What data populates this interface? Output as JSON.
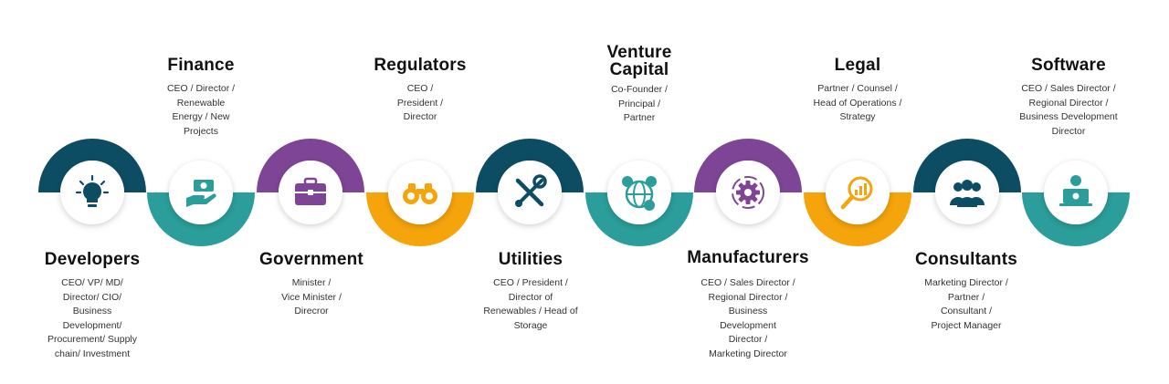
{
  "colors": {
    "navy": "#0d4d63",
    "teal": "#2b9e9b",
    "purple": "#7e4596",
    "orange": "#f5a40b"
  },
  "stakeholders": [
    {
      "title": "Developers",
      "subtitle": "",
      "roles": [
        "CEO/ VP/ MD/",
        "Director/ CIO/",
        "Business",
        "Development/",
        "Procurement/ Supply",
        "chain/ Investment"
      ],
      "icon": "lightbulb-icon",
      "color": "navy"
    },
    {
      "title": "Finance",
      "subtitle": "",
      "roles": [
        "CEO / Director /",
        "Renewable",
        "Energy / New",
        "Projects"
      ],
      "icon": "hand-money-icon",
      "color": "teal"
    },
    {
      "title": "Government",
      "subtitle": "",
      "roles": [
        "Minister /",
        "Vice Minister /",
        "Direcror"
      ],
      "icon": "briefcase-icon",
      "color": "purple"
    },
    {
      "title": "Regulators",
      "subtitle": "",
      "roles": [
        "CEO /",
        "President /",
        "Director"
      ],
      "icon": "binoculars-icon",
      "color": "orange"
    },
    {
      "title": "Utilities",
      "subtitle": "",
      "roles": [
        "CEO / President /",
        "Director of",
        "Renewables / Head of",
        "Storage"
      ],
      "icon": "tools-icon",
      "color": "navy"
    },
    {
      "title": "Venture",
      "subtitle": "Capital",
      "roles": [
        "Co-Founder /",
        "Principal /",
        "Partner"
      ],
      "icon": "globe-currency-icon",
      "color": "teal"
    },
    {
      "title": "Manufacturers",
      "subtitle": "",
      "roles": [
        "CEO / Sales Director /",
        "Regional Director /",
        "Business",
        "Development",
        "Director /",
        "Marketing Director"
      ],
      "icon": "gear-cycle-icon",
      "color": "purple"
    },
    {
      "title": "Legal",
      "subtitle": "",
      "roles": [
        "Partner / Counsel /",
        "Head of Operations /",
        "Strategy"
      ],
      "icon": "magnifier-chart-icon",
      "color": "orange"
    },
    {
      "title": "Consultants",
      "subtitle": "",
      "roles": [
        "Marketing Director /",
        "Partner /",
        "Consultant /",
        "Project Manager"
      ],
      "icon": "people-group-icon",
      "color": "navy"
    },
    {
      "title": "Software",
      "subtitle": "",
      "roles": [
        "CEO / Sales Director /",
        "Regional Director /",
        "Business Development",
        "Director"
      ],
      "icon": "laptop-user-icon",
      "color": "teal"
    }
  ]
}
